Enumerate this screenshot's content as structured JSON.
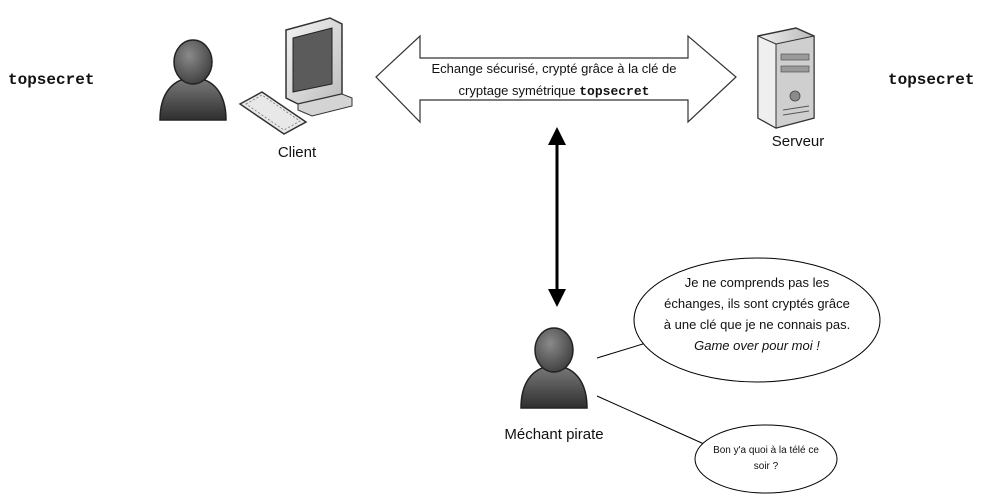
{
  "keys": {
    "left_key": "topsecret",
    "right_key": "topsecret"
  },
  "labels": {
    "client": "Client",
    "server": "Serveur",
    "pirate": "Méchant pirate"
  },
  "exchange": {
    "line1": "Echange sécurisé, crypté grâce à la clé de",
    "line2_prefix": "cryptage symétrique",
    "line2_key": "topsecret"
  },
  "bubble_main": {
    "line1": "Je ne comprends pas les",
    "line2": "échanges, ils sont cryptés grâce",
    "line3": "à une clé que je ne connais pas.",
    "line4": "Game over pour moi !"
  },
  "bubble_small": {
    "line1": "Bon y'a quoi à la télé ce",
    "line2": "soir ?"
  },
  "icons": {
    "client": "user-icon",
    "computer": "desktop-computer-icon",
    "keyboard": "keyboard-icon",
    "server": "server-tower-icon",
    "pirate": "user-icon"
  }
}
